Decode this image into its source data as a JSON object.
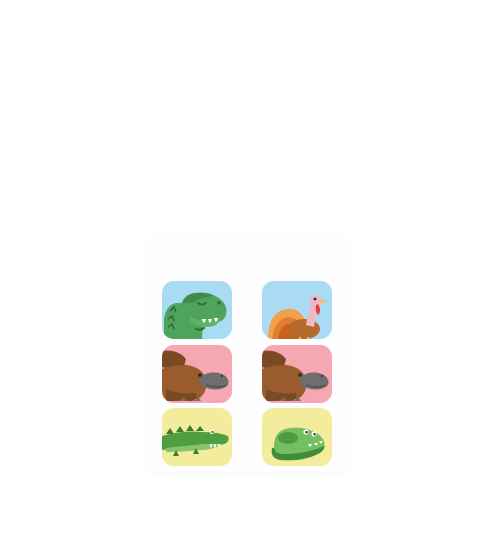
{
  "game": {
    "type": "memory-match",
    "colors": {
      "sky": "#a9dcf4",
      "pink": "#f6a8b2",
      "yellow": "#f3ec9c",
      "board": "#fefefe"
    },
    "tiles": [
      {
        "animal": "t-rex-icon",
        "bg": "sky"
      },
      {
        "animal": "turkey-icon",
        "bg": "sky"
      },
      {
        "animal": "platypus-icon",
        "bg": "pink"
      },
      {
        "animal": "platypus-icon",
        "bg": "pink"
      },
      {
        "animal": "crocodile-icon",
        "bg": "yellow"
      },
      {
        "animal": "dino-slipper-icon",
        "bg": "yellow"
      }
    ]
  }
}
